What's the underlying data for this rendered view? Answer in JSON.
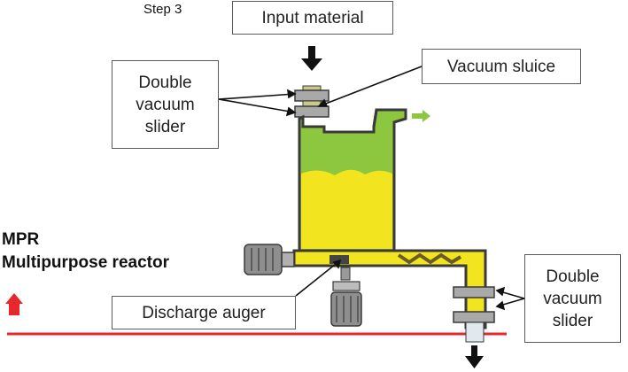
{
  "step_label": "Step 3",
  "labels": {
    "input_material": "Input material",
    "vacuum_sluice": "Vacuum sluice",
    "double_vacuum_slider_top": "Double vacuum slider",
    "discharge_auger": "Discharge auger",
    "double_vacuum_slider_bottom": "Double vacuum slider"
  },
  "mpr": {
    "line1": "MPR",
    "line2": "Multipurpose reactor"
  },
  "colors": {
    "reactor_green": "#8dc63f",
    "reactor_yellow": "#f2e51f",
    "baseline_red": "#e8262b",
    "arrow_red": "#e8262b",
    "arrow_green": "#8dc63f",
    "steel_gray": "#9a9a9a",
    "outline": "#3a3a3a"
  },
  "icons": [
    "down-arrow-icon",
    "up-arrow-icon",
    "right-arrow-icon",
    "motor-icon"
  ]
}
